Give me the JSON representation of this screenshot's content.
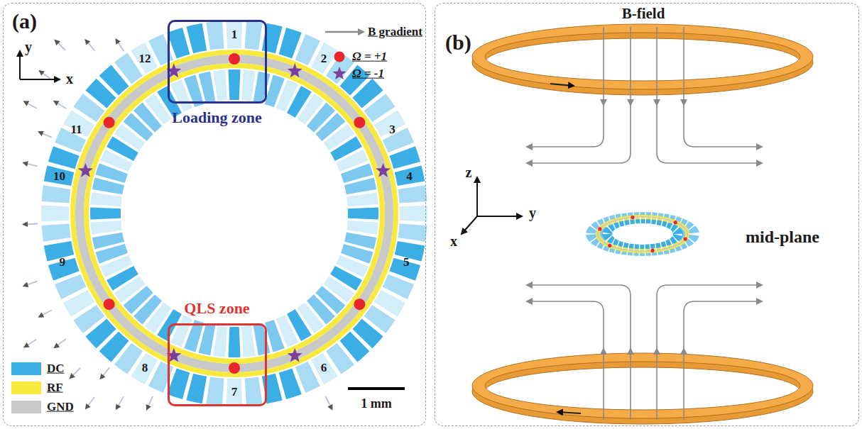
{
  "diagram": {
    "nodes": [
      {
        "text": [
          "(a)"
        ]
      },
      {
        "text": [
          "Loading zone"
        ],
        "in": 0
      },
      {
        "text": [
          "QLS zone"
        ],
        "in": 0
      },
      {
        "text": [
          "(b)"
        ]
      }
    ],
    "labels": [
      "y",
      "x",
      "1",
      "2",
      "3",
      "4",
      "5",
      "6",
      "7",
      "8",
      "9",
      "10",
      "11",
      "12",
      "1 mm",
      "B-field",
      "z",
      "y",
      "x",
      "mid-plane"
    ],
    "legend": [
      {
        "text": "B gradient"
      },
      {
        "text": "Ω = +1"
      },
      {
        "text": "Ω = -1"
      },
      {
        "text": "DC",
        "color": "#3aaee5"
      },
      {
        "text": "RF",
        "color": "#f7ea3c"
      },
      {
        "text": "GND",
        "color": "#c9c9c9"
      }
    ]
  }
}
